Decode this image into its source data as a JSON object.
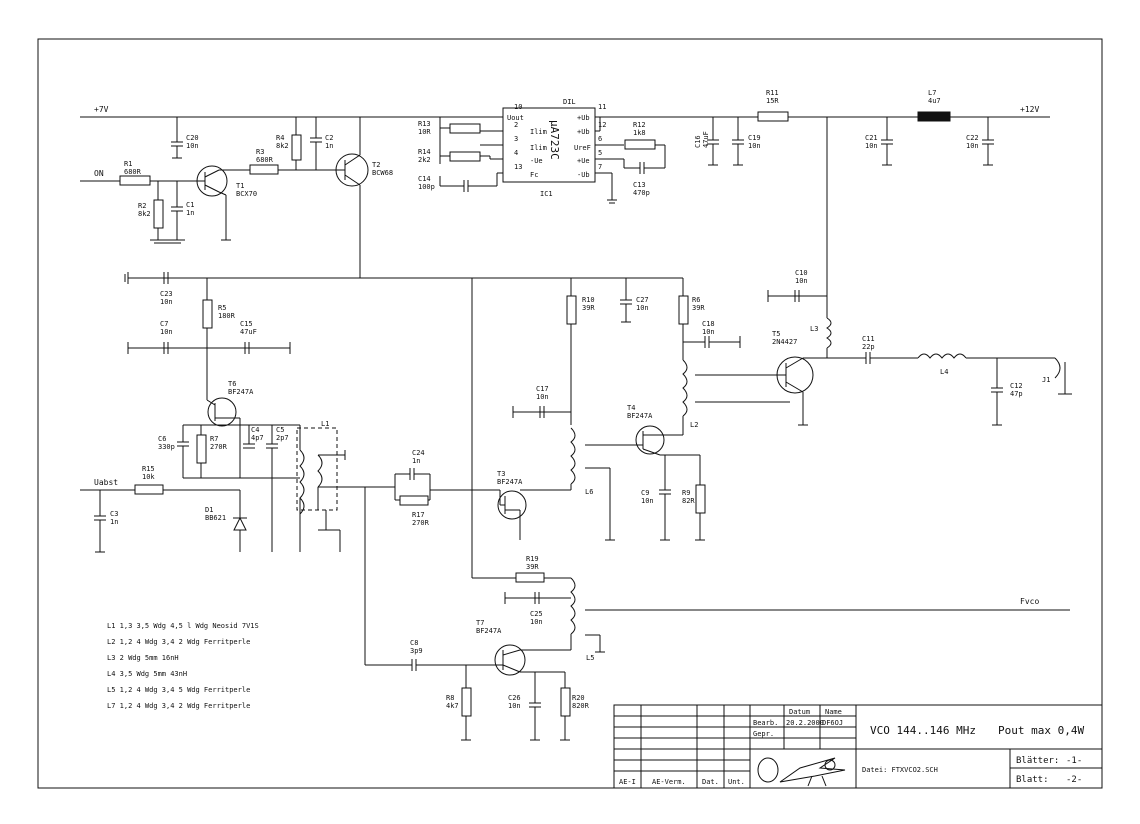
{
  "schematic": {
    "nets": {
      "plus7v": "+7V",
      "plus12v": "+12V",
      "on": "ON",
      "uabst": "Uabst",
      "fvco": "Fvco"
    },
    "ic1": {
      "ref": "IC1",
      "part": "µA723C",
      "pkg": "DIL",
      "pins_left": [
        {
          "num": "10",
          "name": "Uout"
        },
        {
          "num": "2",
          "name": "Ilim"
        },
        {
          "num": "3",
          "name": "Ilim"
        },
        {
          "num": "4",
          "name": "-Ue"
        },
        {
          "num": "13",
          "name": "Fc"
        }
      ],
      "pins_right": [
        {
          "num": "11",
          "name": "+Ub"
        },
        {
          "num": "12",
          "name": "+Ub"
        },
        {
          "num": "6",
          "name": "UreF"
        },
        {
          "num": "5",
          "name": "+Ue"
        },
        {
          "num": "7",
          "name": "-Ub"
        }
      ]
    },
    "components": {
      "R1": {
        "ref": "R1",
        "val": "680R"
      },
      "R2": {
        "ref": "R2",
        "val": "8k2"
      },
      "R3": {
        "ref": "R3",
        "val": "680R"
      },
      "R4": {
        "ref": "R4",
        "val": "8k2"
      },
      "R5": {
        "ref": "R5",
        "val": "180R"
      },
      "R6": {
        "ref": "R6",
        "val": "39R"
      },
      "R7": {
        "ref": "R7",
        "val": "270R"
      },
      "R8": {
        "ref": "R8",
        "val": "4k7"
      },
      "R9": {
        "ref": "R9",
        "val": "82R"
      },
      "R10": {
        "ref": "R10",
        "val": "39R"
      },
      "R11": {
        "ref": "R11",
        "val": "15R"
      },
      "R12": {
        "ref": "R12",
        "val": "1k8"
      },
      "R13": {
        "ref": "R13",
        "val": "10R"
      },
      "R14": {
        "ref": "R14",
        "val": "2k2"
      },
      "R15": {
        "ref": "R15",
        "val": "10k"
      },
      "R17": {
        "ref": "R17",
        "val": "270R"
      },
      "R19": {
        "ref": "R19",
        "val": "39R"
      },
      "R20": {
        "ref": "R20",
        "val": "820R"
      },
      "C1": {
        "ref": "C1",
        "val": "1n"
      },
      "C2": {
        "ref": "C2",
        "val": "1n"
      },
      "C3": {
        "ref": "C3",
        "val": "1n"
      },
      "C4": {
        "ref": "C4",
        "val": "4p7"
      },
      "C5": {
        "ref": "C5",
        "val": "2p7"
      },
      "C6": {
        "ref": "C6",
        "val": "330p"
      },
      "C7": {
        "ref": "C7",
        "val": "10n"
      },
      "C8": {
        "ref": "C8",
        "val": "3p9"
      },
      "C9": {
        "ref": "C9",
        "val": "10n"
      },
      "C10": {
        "ref": "C10",
        "val": "10n"
      },
      "C11": {
        "ref": "C11",
        "val": "22p"
      },
      "C12": {
        "ref": "C12",
        "val": "47p"
      },
      "C13": {
        "ref": "C13",
        "val": "470p"
      },
      "C14": {
        "ref": "C14",
        "val": "100p"
      },
      "C15": {
        "ref": "C15",
        "val": "47uF"
      },
      "C16": {
        "ref": "C16",
        "val": "47uF"
      },
      "C17": {
        "ref": "C17",
        "val": "10n"
      },
      "C18": {
        "ref": "C18",
        "val": "10n"
      },
      "C19": {
        "ref": "C19",
        "val": "10n"
      },
      "C20": {
        "ref": "C20",
        "val": "10n"
      },
      "C21": {
        "ref": "C21",
        "val": "10n"
      },
      "C22": {
        "ref": "C22",
        "val": "10n"
      },
      "C23": {
        "ref": "C23",
        "val": "10n"
      },
      "C24": {
        "ref": "C24",
        "val": "1n"
      },
      "C25": {
        "ref": "C25",
        "val": "10n"
      },
      "C26": {
        "ref": "C26",
        "val": "10n"
      },
      "C27": {
        "ref": "C27",
        "val": "10n"
      },
      "T1": {
        "ref": "T1",
        "val": "BCX70"
      },
      "T2": {
        "ref": "T2",
        "val": "BCW68"
      },
      "T3": {
        "ref": "T3",
        "val": "BF247A"
      },
      "T4": {
        "ref": "T4",
        "val": "BF247A"
      },
      "T5": {
        "ref": "T5",
        "val": "2N4427"
      },
      "T6": {
        "ref": "T6",
        "val": "BF247A"
      },
      "T7": {
        "ref": "T7",
        "val": "BF247A"
      },
      "D1": {
        "ref": "D1",
        "val": "BB621"
      },
      "L1": {
        "ref": "L1"
      },
      "L2": {
        "ref": "L2"
      },
      "L3": {
        "ref": "L3"
      },
      "L4": {
        "ref": "L4"
      },
      "L5": {
        "ref": "L5"
      },
      "L6": {
        "ref": "L6"
      },
      "L7": {
        "ref": "L7",
        "val": "4u7"
      },
      "J1": {
        "ref": "J1"
      }
    },
    "coil_notes": [
      "L1  1,3 3,5 Wdg  4,5 l Wdg  Neosid 7V1S",
      "L2  1,2 4 Wdg 3,4 2 Wdg Ferritperle",
      "L3  2 Wdg 5mm   16nH",
      "L4  3,5 Wdg 5mm 43nH",
      "L5  1,2 4 Wdg 3,4 5 Wdg  Ferritperle",
      "L7 1,2 4 Wdg 3,4 2 Wdg Ferritperle"
    ]
  },
  "title_block": {
    "col_datum": "Datum",
    "col_name": "Name",
    "row_bearb": "Bearb.",
    "bearb_datum": "20.2.2000",
    "bearb_name": "DF6OJ",
    "row_gepr": "Gepr.",
    "title": "VCO 144..146 MHz",
    "pout": "Pout max 0,4W",
    "datei": "Datei: FTXVCO2.SCH",
    "blaetter": "Blätter:",
    "blaetter_val": "-1-",
    "blatt": "Blatt:",
    "blatt_val": "-2-",
    "ae_i": "AE-I",
    "ae_verm": "AE-Verm.",
    "dat": "Dat.",
    "unt": "Unt."
  }
}
